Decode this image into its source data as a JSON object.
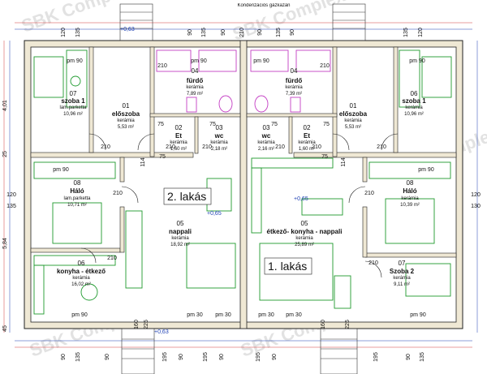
{
  "top_label": "Kondenzációs gázkazán",
  "watermark": "SBK Complex Kft",
  "level_top": "+0,63",
  "level_bottom": "+0,63",
  "level_left_living": "+0,65",
  "level_right_living": "+0,65",
  "apartments": [
    {
      "label": "2. lakás"
    },
    {
      "label": "1. lakás"
    }
  ],
  "rooms": {
    "l_szoba1": {
      "num": "07",
      "name": "szoba 1",
      "floor": "lam.parketta",
      "area": "10,96 m²"
    },
    "l_eloszoba": {
      "num": "01",
      "name": "előszoba",
      "floor": "kerámia",
      "area": "5,53 m²"
    },
    "l_furdo": {
      "num": "04",
      "name": "fürdő",
      "floor": "kerámia",
      "area": "7,89 m²"
    },
    "l_wc": {
      "num": "03",
      "name": "wc",
      "floor": "kerámia",
      "area": "2,18 m²"
    },
    "l_et": {
      "num": "02",
      "name": "Et",
      "floor": "kerámia",
      "area": "1,60 m²"
    },
    "l_halo": {
      "num": "08",
      "name": "Háló",
      "floor": "lam.parketta",
      "area": "10,71 m²"
    },
    "l_nappali": {
      "num": "05",
      "name": "nappali",
      "floor": "kerámia",
      "area": "18,92 m²"
    },
    "l_konyha": {
      "num": "06",
      "name": "konyha - étkező",
      "floor": "kerámia",
      "area": "16,02 m²"
    },
    "r_furdo": {
      "num": "04",
      "name": "fürdő",
      "floor": "kerámia",
      "area": "7,39 m²"
    },
    "r_eloszoba": {
      "num": "01",
      "name": "előszoba",
      "floor": "kerámia",
      "area": "5,53 m²"
    },
    "r_szoba1": {
      "num": "06",
      "name": "szoba 1",
      "floor": "kerámia",
      "area": "10,96 m²"
    },
    "r_wc": {
      "num": "03",
      "name": "wc",
      "floor": "kerámia",
      "area": "2,16 m²"
    },
    "r_et": {
      "num": "02",
      "name": "Et",
      "floor": "kerámia",
      "area": "1,60 m²"
    },
    "r_halo": {
      "num": "08",
      "name": "Háló",
      "floor": "kerámia",
      "area": "10,39 m²"
    },
    "r_etkezo": {
      "num": "05",
      "name": "étkező- konyha - nappali",
      "floor": "kerámia",
      "area": "25,89 m²"
    },
    "r_szoba2": {
      "num": "07",
      "name": "Szoba 2",
      "floor": "kerámia",
      "area": "9,11 m²"
    }
  },
  "pm_labels": [
    "pm 90",
    "pm 90",
    "pm 90",
    "pm 90",
    "pm 90",
    "pm 90",
    "pm 90",
    "pm 90",
    "pm 30",
    "pm 30",
    "pm 30",
    "pm 30"
  ],
  "top_dims": [
    "120",
    "135",
    "90",
    "135",
    "90",
    "210",
    "90",
    "135",
    "90",
    "135",
    "120"
  ],
  "bottom_dims": [
    "90",
    "135",
    "90",
    "160",
    "225",
    "195",
    "90",
    "195",
    "90",
    "195",
    "90",
    "160",
    "225",
    "195",
    "90",
    "135"
  ],
  "door_dims": [
    "210",
    "210",
    "210",
    "210",
    "210",
    "210",
    "210",
    "210",
    "210",
    "210",
    "210",
    "210",
    "75",
    "75",
    "75",
    "75",
    "75",
    "75",
    "114",
    "114"
  ],
  "left_dims": [
    "4,01",
    "25",
    "5,84",
    "45",
    "120",
    "135"
  ],
  "right_dims": [
    "120",
    "130"
  ]
}
